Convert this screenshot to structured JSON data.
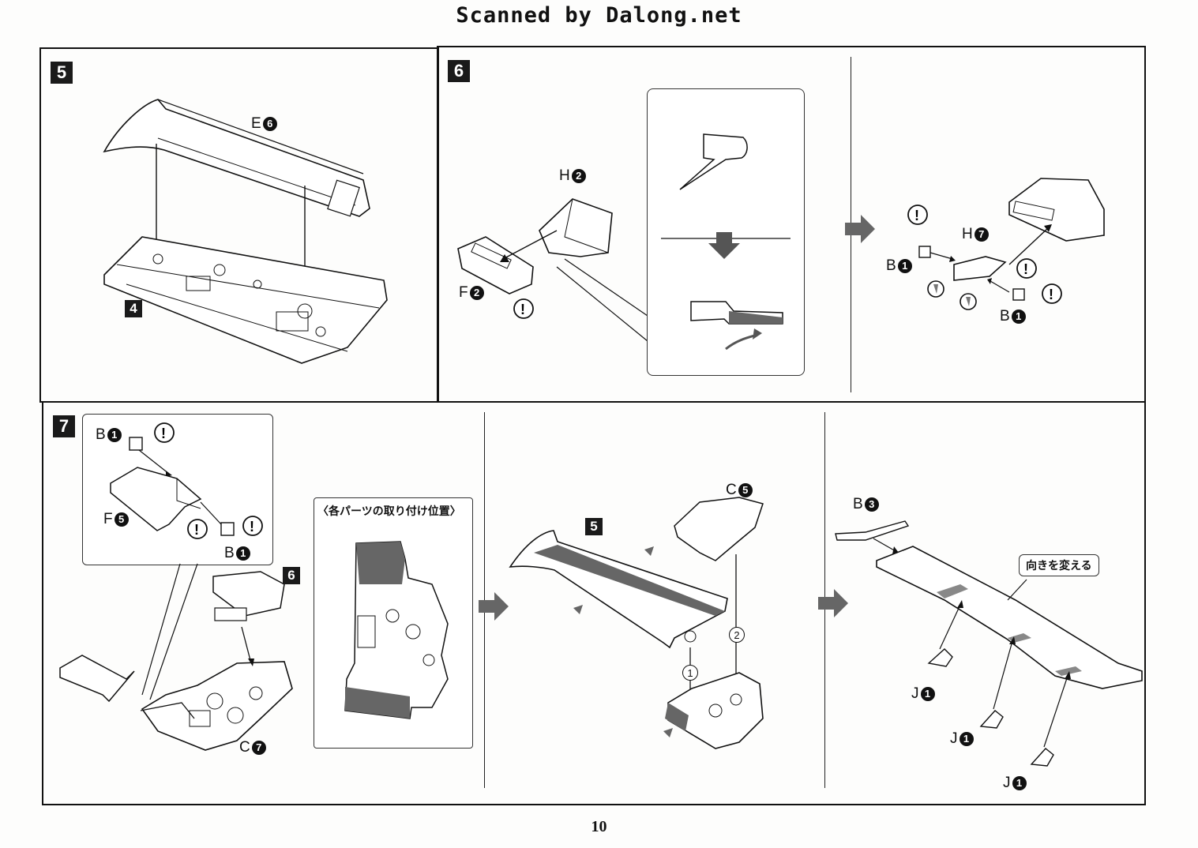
{
  "header": {
    "title": "Scanned by Dalong.net"
  },
  "steps": {
    "s5": {
      "num": "5",
      "sub_num": "4",
      "part_e": "E",
      "part_e_n": "6"
    },
    "s6": {
      "num": "6",
      "part_h": "H",
      "part_h_n": "2",
      "part_f": "F",
      "part_f_n": "2",
      "part_h2": "H",
      "part_h2_n": "7",
      "part_b1": "B",
      "part_b1_n": "1",
      "part_b2": "B",
      "part_b2_n": "1"
    },
    "s7": {
      "num": "7",
      "part_b_top": "B",
      "part_b_top_n": "1",
      "part_f": "F",
      "part_f_n": "5",
      "part_b_bot": "B",
      "part_b_bot_n": "1",
      "sub6": "6",
      "part_c7": "C",
      "part_c7_n": "7",
      "callout_title": "〈各パーツの取り付け位置〉",
      "sub5": "5",
      "part_c5": "C",
      "part_c5_n": "5",
      "seq1": "1",
      "seq2": "2",
      "part_b3": "B",
      "part_b3_n": "3",
      "note": "向きを変える",
      "j1": "J",
      "j1_n": "1",
      "j2": "J",
      "j2_n": "1",
      "j3": "J",
      "j3_n": "1"
    }
  },
  "footer": {
    "page_number": "10"
  }
}
